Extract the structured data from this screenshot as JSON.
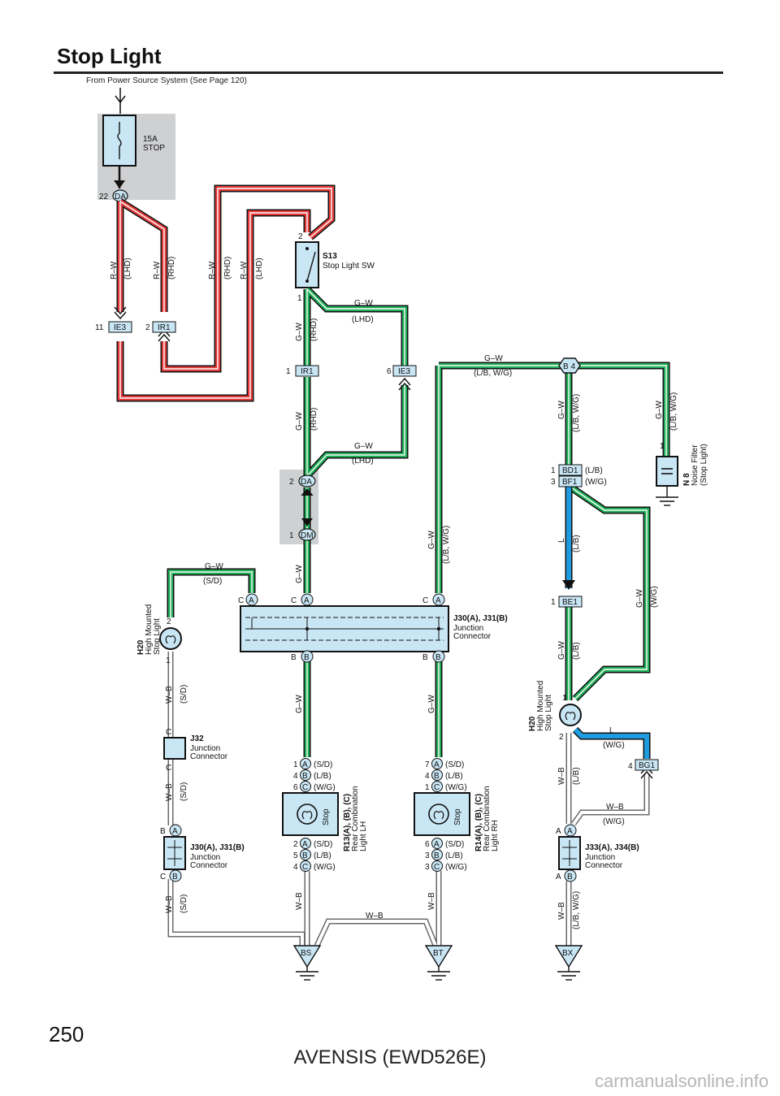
{
  "page": {
    "title": "Stop Light",
    "source_note": "From Power Source System (See Page 120)",
    "page_number": "250",
    "footer_model": "AVENSIS (EWD526E)",
    "watermark": "carmanualsonline.info"
  },
  "colors": {
    "red_wire": "#e23a3a",
    "green_wire": "#1fae57",
    "blue_wire": "#1f9be0",
    "gray_wire": "#9a9a9a",
    "component_fill": "#c9e6f5",
    "shade": "#cfd0d2"
  },
  "fuse": {
    "rating": "15A",
    "name": "STOP",
    "pin": "22",
    "connector": "DA"
  },
  "switch": {
    "id": "S13",
    "name": "Stop Light SW",
    "pin_top": "2",
    "pin_bottom": "1"
  },
  "wires": {
    "rw": "R–W",
    "gw": "G–W",
    "wb": "W–B",
    "l": "L",
    "lhd": "(LHD)",
    "rhd": "(RHD)",
    "sd": "(S/D)",
    "lb": "(L/B)",
    "wg": "(W/G)",
    "lbwg": "(L/B,  W/G)"
  },
  "connectors": {
    "ie3_left": {
      "pin": "11",
      "name": "IE3"
    },
    "ir1_left": {
      "pin": "2",
      "name": "IR1"
    },
    "ir1_mid": {
      "pin": "1",
      "name": "IR1"
    },
    "ie3_mid": {
      "pin": "6",
      "name": "IE3"
    },
    "da_mid": {
      "pin": "2",
      "name": "DA"
    },
    "dm_mid": {
      "pin": "1",
      "name": "DM"
    },
    "b4": {
      "name": "B 4"
    },
    "bd1": {
      "pin": "1",
      "name": "BD1"
    },
    "bf1": {
      "pin": "3",
      "name": "BF1"
    },
    "be1": {
      "pin": "1",
      "name": "BE1"
    },
    "bg1": {
      "pin": "4",
      "name": "BG1"
    }
  },
  "junction_main": {
    "id": "J30(A), J31(B)",
    "name": "Junction",
    "name2": "Connector",
    "pin_c": "C",
    "pin_a": "A",
    "pin_b": "B"
  },
  "junction_j32": {
    "id": "J32",
    "name": "Junction",
    "name2": "Connector",
    "pin": "C"
  },
  "junction_left": {
    "id": "J30(A), J31(B)",
    "name": "Junction",
    "name2": "Connector",
    "pin_b": "B",
    "pin_c": "C",
    "letter_a": "A",
    "letter_b": "B"
  },
  "junction_right": {
    "id": "J33(A), J34(B)",
    "name": "Junction",
    "name2": "Connector",
    "pin_a": "A",
    "letter_a": "A",
    "letter_b": "B"
  },
  "h20_left": {
    "id": "H20",
    "name1": "High Mounted",
    "name2": "Stop Light",
    "pin_top": "2",
    "pin_bottom": "1"
  },
  "h20_right": {
    "id": "H20",
    "name1": "High Mounted",
    "name2": "Stop Light",
    "pin_top": "1",
    "pin_bottom": "2"
  },
  "noise_filter": {
    "id": "N 8",
    "name1": "Noise Filter",
    "name2": "(Stop Light)",
    "pin": "1"
  },
  "r13": {
    "id": "R13(A), (B), (C)",
    "name1": "Rear Combination",
    "name2": "Light LH",
    "stop": "Stop",
    "top_pins": [
      "1",
      "4",
      "6"
    ],
    "bottom_pins": [
      "2",
      "5",
      "4"
    ],
    "letters": [
      "A",
      "B",
      "C"
    ],
    "variants": [
      "(S/D)",
      "(L/B)",
      "(W/G)"
    ]
  },
  "r14": {
    "id": "R14(A), (B), (C)",
    "name1": "Rear Combination",
    "name2": "Light RH",
    "stop": "Stop",
    "top_pins": [
      "7",
      "4",
      "1"
    ],
    "bottom_pins": [
      "6",
      "3",
      "3"
    ],
    "letters": [
      "A",
      "B",
      "C"
    ],
    "variants": [
      "(S/D)",
      "(L/B)",
      "(W/G)"
    ]
  },
  "grounds": {
    "bs": "BS",
    "bt": "BT",
    "bx": "BX"
  }
}
